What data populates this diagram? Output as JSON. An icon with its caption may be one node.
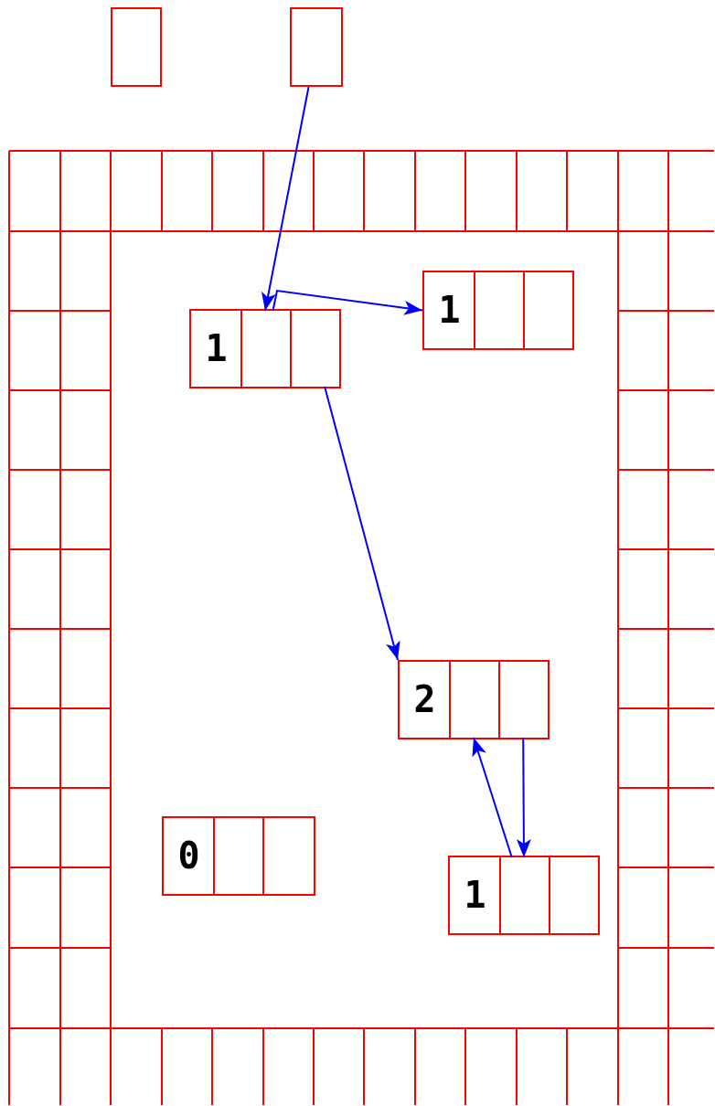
{
  "diagram": {
    "nodes": [
      {
        "text": [],
        "shape": "box"
      },
      {
        "text": [],
        "shape": "box"
      },
      {
        "text": [
          "1"
        ]
      },
      {
        "text": [],
        "shape": "box",
        "in": 2
      },
      {
        "text": [],
        "shape": "box",
        "in": 2
      },
      {
        "text": [
          "1"
        ]
      },
      {
        "text": [],
        "shape": "box",
        "in": 5
      },
      {
        "text": [],
        "shape": "box",
        "in": 5
      },
      {
        "text": [
          "2"
        ]
      },
      {
        "text": [],
        "shape": "box",
        "in": 8
      },
      {
        "text": [],
        "shape": "box",
        "in": 8
      },
      {
        "text": [
          "0"
        ]
      },
      {
        "text": [],
        "shape": "box",
        "in": 11
      },
      {
        "text": [],
        "shape": "box",
        "in": 11
      },
      {
        "text": [
          "1"
        ]
      },
      {
        "text": [],
        "shape": "box",
        "in": 14
      },
      {
        "text": [],
        "shape": "box",
        "in": 14
      }
    ],
    "edges": [
      {
        "from": 1,
        "to": 6,
        "arrow": "to"
      },
      {
        "from": 6,
        "to": 2,
        "arrow": "to"
      },
      {
        "from": 7,
        "to": 8,
        "arrow": "to"
      },
      {
        "from": 10,
        "to": 15,
        "arrow": "to"
      },
      {
        "from": 15,
        "to": 9,
        "arrow": "to"
      }
    ]
  }
}
